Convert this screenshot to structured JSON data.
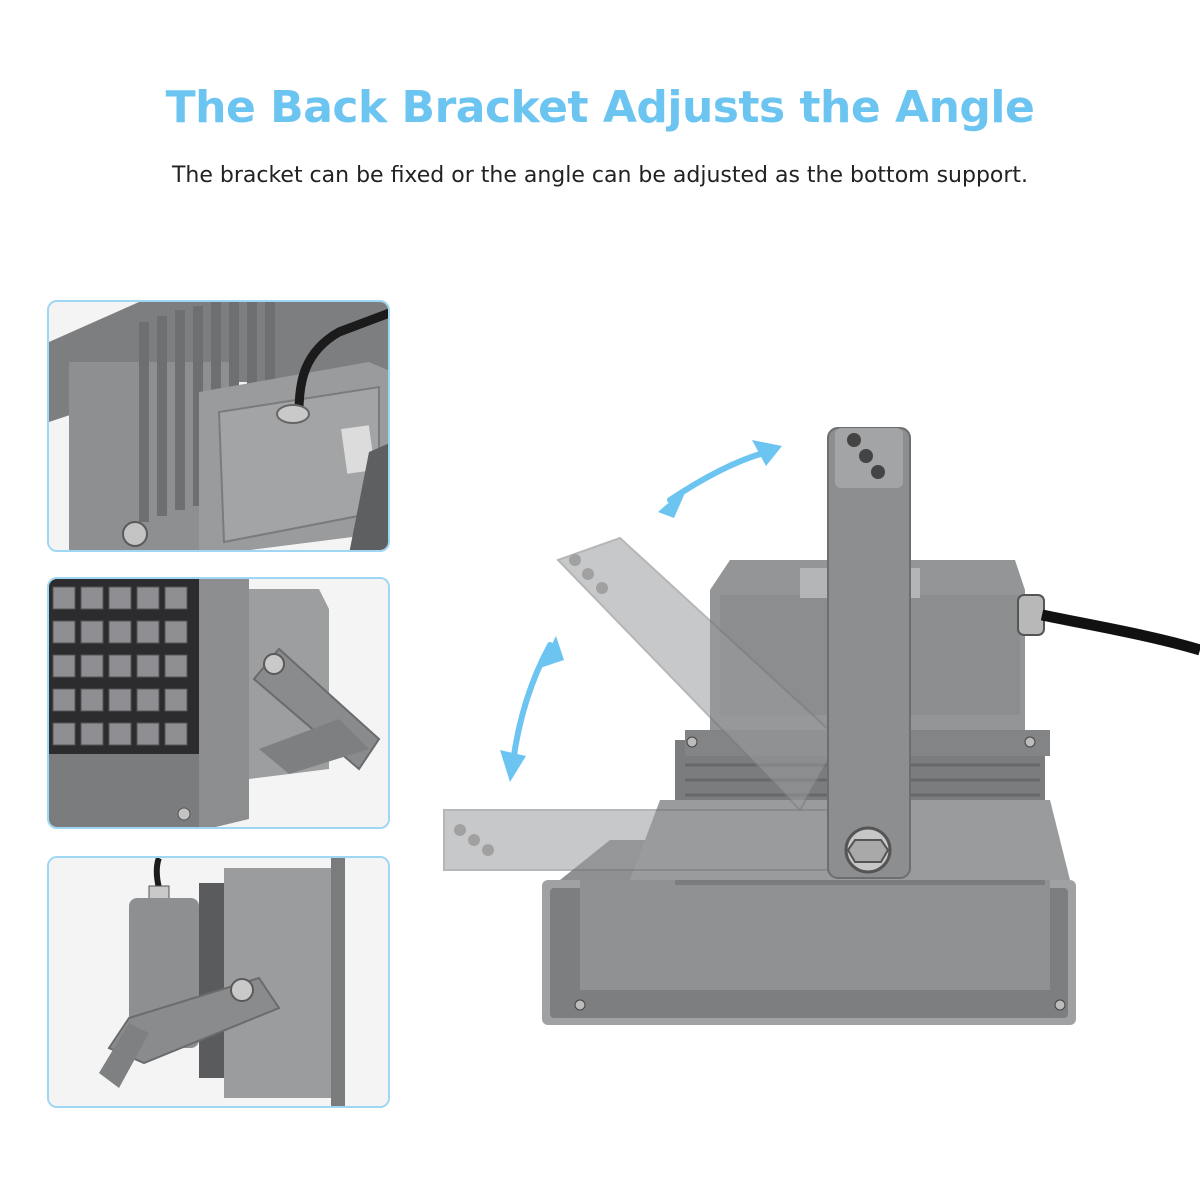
{
  "header": {
    "title": "The Back Bracket Adjusts the Angle",
    "subtitle": "The bracket can be fixed or the angle can be adjusted as the bottom support."
  },
  "colors": {
    "title": "#6cc4f1",
    "panel_border": "#9fd6f3",
    "arrow": "#6cc4f1",
    "housing": "#8a8b8d"
  },
  "images": {
    "detail_top": "close-up of rear junction box, heat sink fins and cable gland",
    "detail_middle": "front of LED array with bracket bolted on the side",
    "detail_bottom": "side view of lamp with angled bracket",
    "main": "rear of flood light with bracket shown at three angles"
  }
}
